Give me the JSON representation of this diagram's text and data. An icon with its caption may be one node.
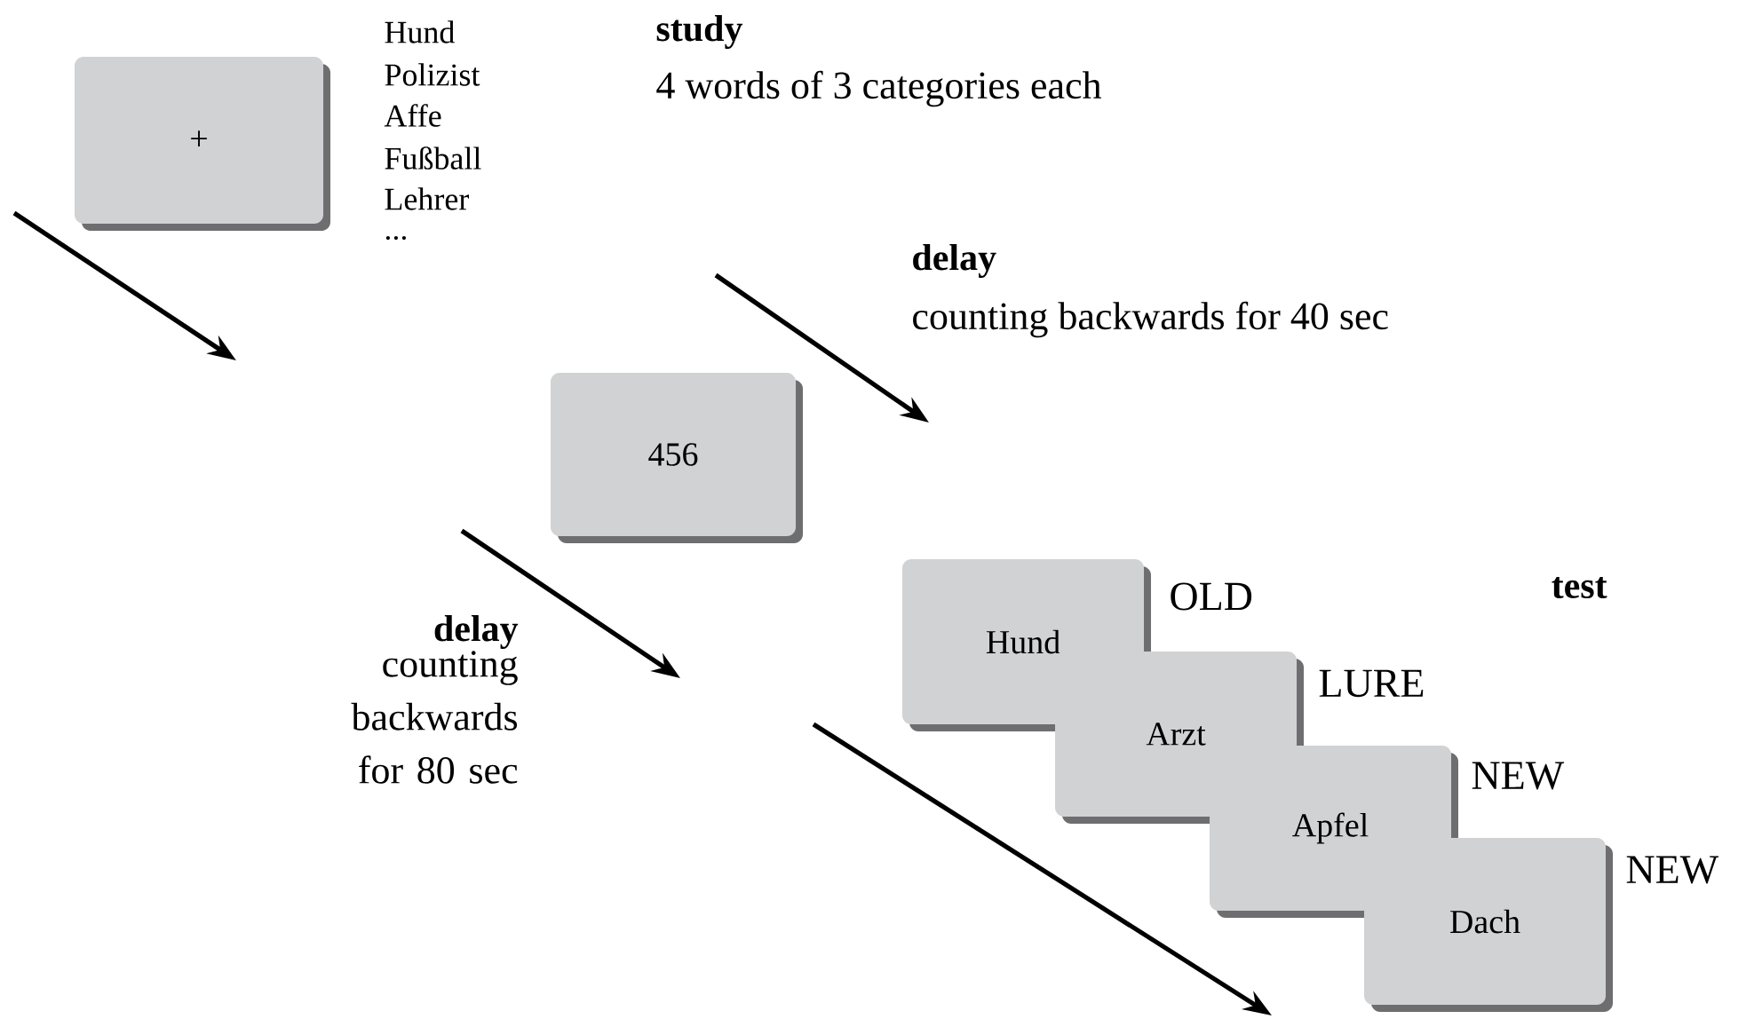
{
  "diagram": {
    "nodes": [
      {
        "text": [
          "+"
        ]
      },
      {
        "text": [
          "456"
        ]
      },
      {
        "text": [
          "Hund"
        ],
        "beside": [
          "OLD"
        ]
      },
      {
        "text": [
          "Arzt"
        ],
        "beside": [
          "LURE"
        ]
      },
      {
        "text": [
          "Apfel"
        ],
        "beside": [
          "NEW"
        ]
      },
      {
        "text": [
          "Dach"
        ],
        "beside": [
          "NEW"
        ]
      }
    ],
    "labels": [
      "Hund",
      "Polizist",
      "Affe",
      "Fußball",
      "Lehrer",
      "...",
      "study",
      "4 words of 3 categories each",
      "delay",
      "counting backwards for 40 sec",
      "delay",
      "counting backwards for 80 sec",
      "test"
    ]
  }
}
